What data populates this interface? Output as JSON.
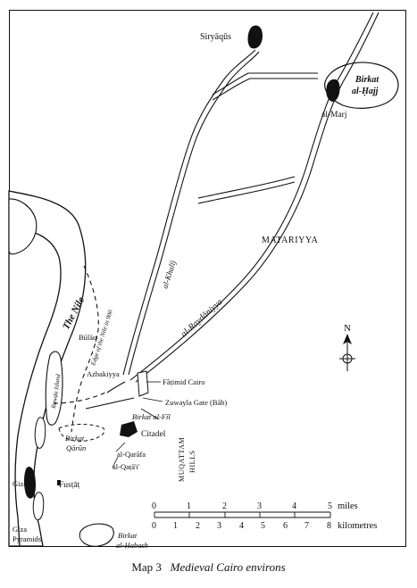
{
  "caption": {
    "label": "Map 3",
    "title": "Medieval Cairo environs"
  },
  "places": {
    "siryaqus": "Siryāqūs",
    "birkat_al_hajj": "Birkat",
    "birkat_al_hajj_2": "al-Ḥajj",
    "al_marj": "al-Marj",
    "matariyya": "MATARIYYA",
    "al_khalij": "al-Khalīj",
    "al_raydaniyya": "al-Raydāniyya",
    "the_nile": "The Nile",
    "edge_of_nile": "Edge of the Nile in 900",
    "bulaq": "Būlāq",
    "rawda_island": "Rawḍa Island",
    "azbakiyya": "Azbakiyya",
    "fatimid_cairo": "Fāṭimid Cairo",
    "zuwayla_gate": "Zuwayla Gate (Bāb)",
    "birkat_al_fil": "Birkat al-Fīl",
    "citadel": "Citadel",
    "birkat_qarun": "Birkat",
    "birkat_qarun_2": "Qārūn",
    "al_qarafa": "al-Qarāfa",
    "al_qata_i": "al-Qaṭā'i'",
    "muqattam": "MUQATTAM",
    "hills": "HILLS",
    "giza": "Giza",
    "fustat": "Fusṭāṭ",
    "giza_pyramids": "Giza",
    "giza_pyramids_2": "Pyramids",
    "birkat_al_habash": "Birkat",
    "birkat_al_habash_2": "al-Ḥabash"
  },
  "north_arrow": {
    "label": "N"
  },
  "scale": {
    "miles_ticks": [
      "0",
      "1",
      "2",
      "3",
      "4",
      "5"
    ],
    "miles_unit": "miles",
    "km_ticks": [
      "0",
      "1",
      "2",
      "3",
      "4",
      "5",
      "6",
      "7",
      "8"
    ],
    "km_unit": "kilometres"
  }
}
